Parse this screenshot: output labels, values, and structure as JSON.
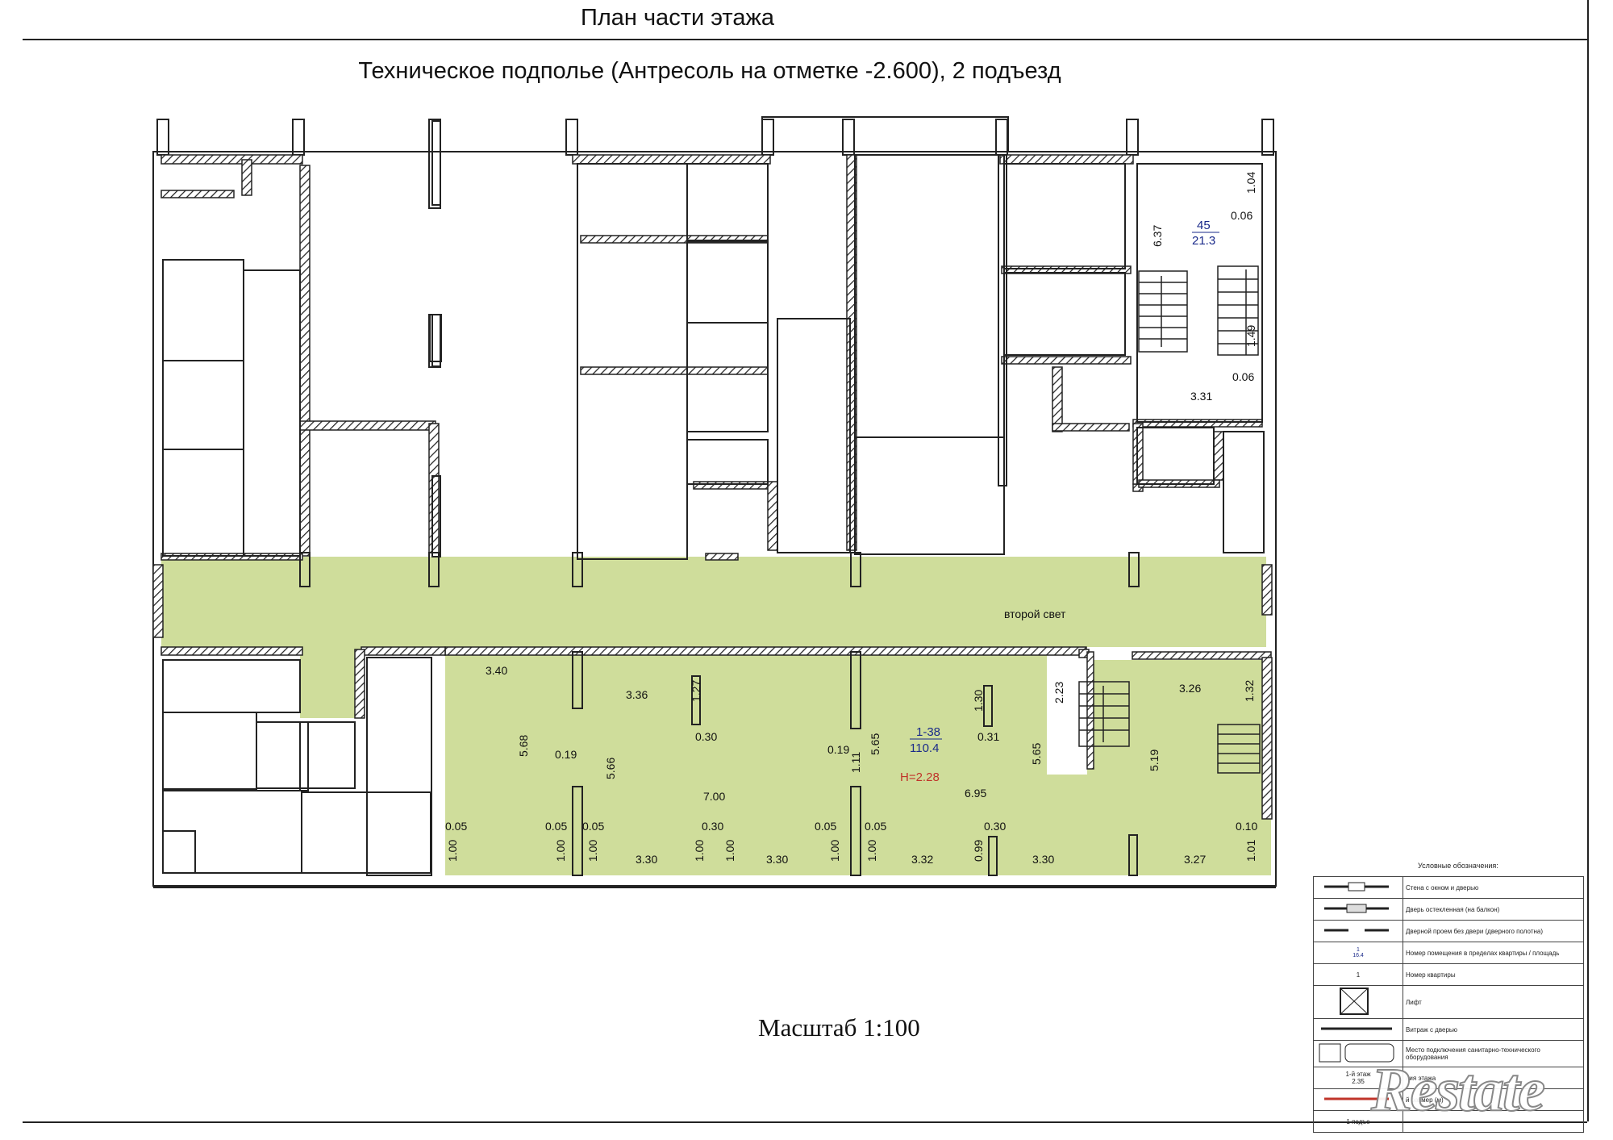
{
  "header": {
    "title": "План части этажа",
    "subtitle": "Техническое подполье (Антресоль на отметке -2.600), 2 подъезд"
  },
  "plan": {
    "highlight_color": "#cfdd9b",
    "wall_color": "#222222",
    "second_light_label": "второй свет",
    "room_main": {
      "number": "1-38",
      "area": "110.4",
      "height": "H=2.28"
    },
    "room_stair": {
      "number": "45",
      "area": "21.3"
    },
    "dimensions": [
      "3.40",
      "3.36",
      "1.27",
      "5.68",
      "0.19",
      "5.66",
      "0.30",
      "7.00",
      "0.19",
      "1.11",
      "5.65",
      "1.30",
      "0.31",
      "6.95",
      "2.23",
      "5.65",
      "3.26",
      "1.32",
      "5.19",
      "0.05",
      "0.05",
      "0.05",
      "0.30",
      "0.05",
      "0.05",
      "0.30",
      "0.10",
      "1.00",
      "1.00",
      "1.00",
      "1.00",
      "1.00",
      "1.00",
      "1.00",
      "0.99",
      "1.01",
      "3.30",
      "3.30",
      "3.32",
      "3.30",
      "3.27",
      "6.37",
      "1.04",
      "0.06",
      "1.49",
      "0.06",
      "3.31"
    ]
  },
  "scale_label": "Масштаб 1:100",
  "legend": {
    "heading": "Условные обозначения:",
    "items": [
      "Стена с окном и дверью",
      "Дверь остекленная (на балкон)",
      "Дверной проем без двери (дверного полотна)",
      "Номер помещения в пределах квартиры / площадь",
      "Номер квартиры",
      "Лифт",
      "Витраж с дверью",
      "Место подключения санитарно-технического оборудования",
      "ния этажа",
      "й размер (м)"
    ],
    "sym_room": "1",
    "sym_room_area": "16.4",
    "sym_apartment": "1",
    "sym_floor": "1-й этаж",
    "sym_height": "2.35",
    "sym_floor_under": "1 подъе"
  },
  "watermark": "Restate"
}
